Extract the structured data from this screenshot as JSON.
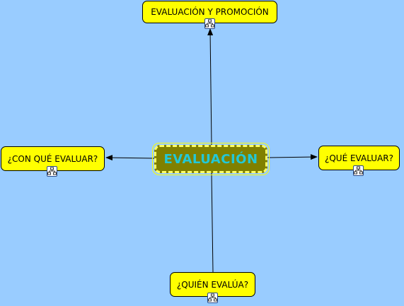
{
  "background_color": "#99ccff",
  "node_color": "#ffff00",
  "center": {
    "label": "EVALUACIÓN",
    "fill_color": "#808000",
    "text_color": "#22c8d8",
    "border_color": "#ffff66"
  },
  "nodes": {
    "top": {
      "label": "EVALUACIÓN Y PROMOCIÓN",
      "icon": "concept-map-icon"
    },
    "left": {
      "label": "¿CON QUÉ EVALUAR?",
      "icon": "concept-map-icon"
    },
    "right": {
      "label": "¿QUÉ EVALUAR?",
      "icon": "concept-map-icon"
    },
    "bottom": {
      "label": "¿QUIÉN EVALÚA?",
      "icon": "concept-map-icon"
    }
  }
}
